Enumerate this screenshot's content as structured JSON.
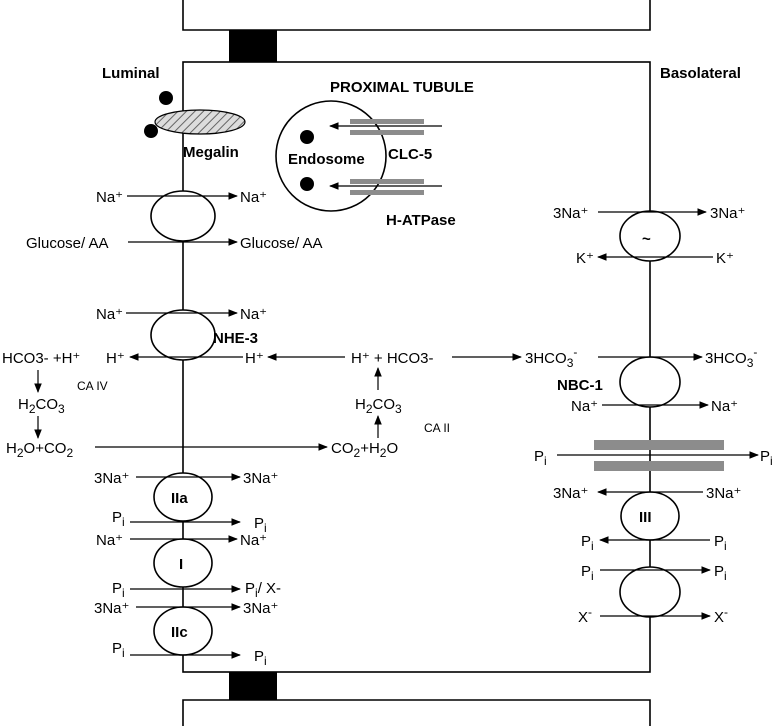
{
  "labels": {
    "luminal": "Luminal",
    "basolateral": "Basolateral",
    "title": "PROXIMAL TUBULE",
    "megalin": "Megalin",
    "endosome": "Endosome",
    "clc5": "CLC-5",
    "hatpase": "H-ATPase",
    "nhe3": "NHE-3",
    "nbc1": "NBC-1",
    "ca4": "CA IV",
    "ca2": "CA II",
    "tilde": "~",
    "iia": "IIa",
    "i": "I",
    "iic": "IIc",
    "iii": "III"
  },
  "luminal_texts": {
    "na1_l": "Na⁺",
    "na1_r": "Na⁺",
    "glu_l": "Glucose/ AA",
    "glu_r": "Glucose/ AA",
    "na2_l": "Na⁺",
    "na2_r": "Na⁺",
    "h_l": "H⁺",
    "h_r": "H⁺",
    "hco3h": "HCO3- +H⁺",
    "h2o_co2": "O+CO",
    "na3_l": "3Na⁺",
    "na3_r": "3Na⁺",
    "pi_l": "P",
    "pi_r": "P",
    "na4_l": "Na⁺",
    "na4_r": "Na⁺",
    "pi2_r_suffix": "/ X-",
    "na5_l": "3Na⁺",
    "na5_r": "3Na⁺"
  },
  "center_texts": {
    "h_hco3": "H⁺ + HCO3-",
    "co2_h2o": "+H",
    "hco3_3": "3HCO"
  },
  "basolateral_texts": {
    "na_3a": "3Na⁺",
    "na_3b": "3Na⁺",
    "k_l": "K⁺",
    "k_r": "K⁺",
    "hco3_r": "3HCO",
    "na_l": "Na⁺",
    "na_r": "Na⁺",
    "na3_l": "3Na⁺",
    "na3_r": "3Na⁺",
    "x_l": "X",
    "x_r": "X"
  },
  "chem": {
    "h": "H",
    "co": "CO",
    "o": "O",
    "sub2": "2",
    "sub3": "3",
    "subi": "i",
    "sup_minus": "-"
  }
}
